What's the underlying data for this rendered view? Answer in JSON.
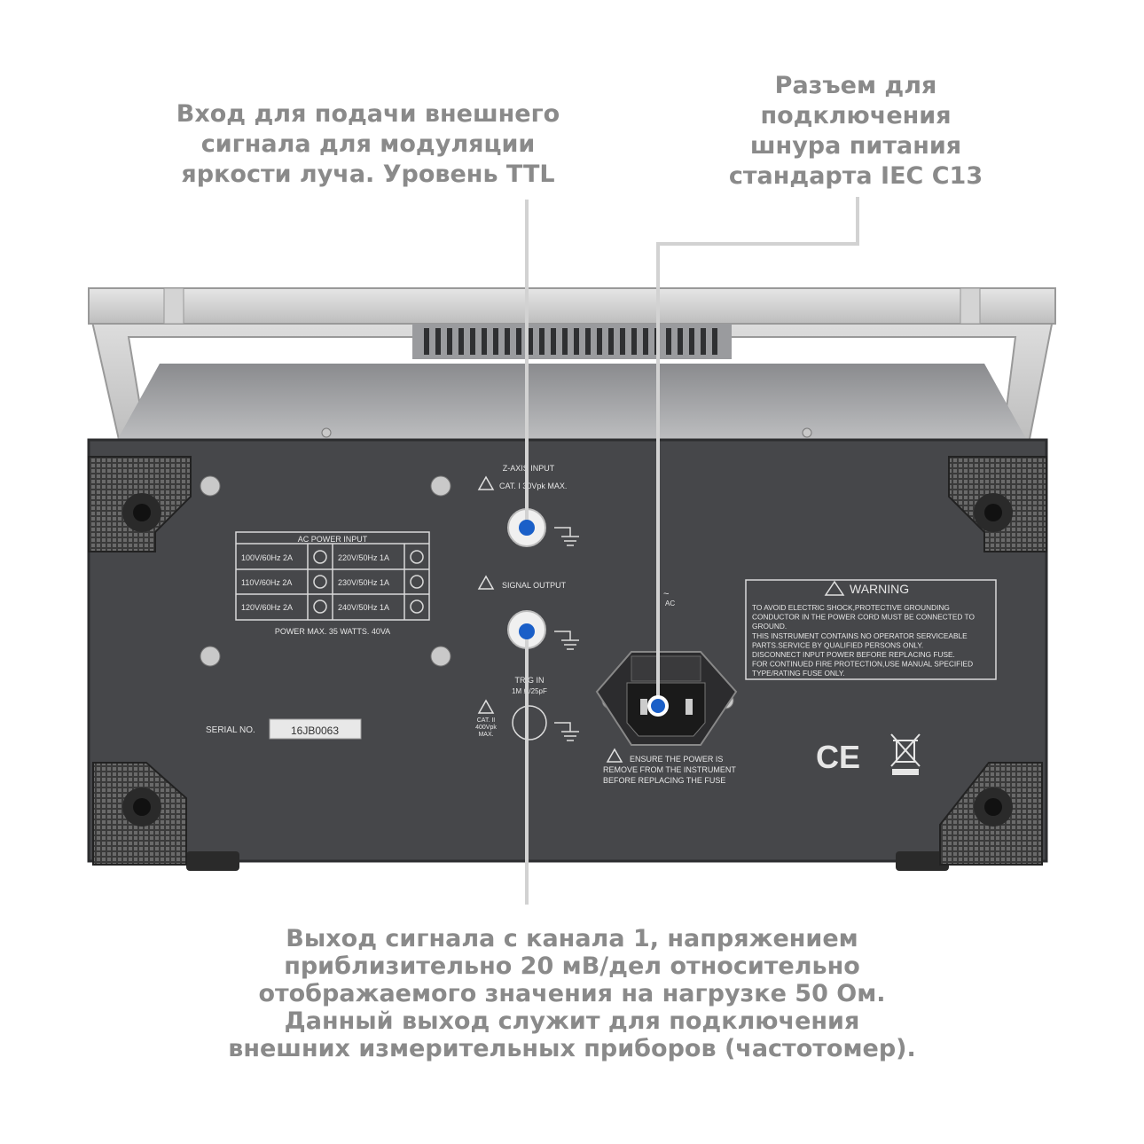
{
  "callouts": {
    "z_axis": [
      "Вход для подачи внешнего",
      "сигнала для модуляции",
      "яркости луча. Уровень TTL"
    ],
    "power": [
      "Разъем для",
      "подключения",
      "шнура питания",
      "стандарта IEC C13"
    ],
    "signal_out": [
      "Выход сигнала с канала 1, напряжением",
      "приблизительно 20 мВ/дел относительно",
      "отображаемого значения на нагрузке 50 Ом.",
      "Данный выход служит для подключения",
      "внешних измерительных приборов (частотомер)."
    ]
  },
  "panel": {
    "ac_power_title": "AC   POWER   INPUT",
    "power_rows": [
      [
        "100V/60Hz   2A",
        "220V/50Hz    1A"
      ],
      [
        "110V/60Hz   2A",
        "230V/50Hz    1A"
      ],
      [
        "120V/60Hz   2A",
        "240V/50Hz    1A"
      ]
    ],
    "power_max": "POWER MAX.  35  WATTS.  40VA",
    "z_axis_input": "Z-AXIS INPUT",
    "z_axis_cat": "CAT. I  30Vpk MAX.",
    "signal_output": "SIGNAL OUTPUT",
    "trig_in": "TRIG  IN",
    "trig_spec": "1M Ω/25pF",
    "trig_cat": [
      "CAT. II",
      "400Vpk",
      "MAX."
    ],
    "serial_label": "SERIAL NO.",
    "serial_value": "16JB0063",
    "ac_label": "AC",
    "fuse_warning": [
      "ENSURE THE POWER IS",
      "REMOVE FROM THE INSTRUMENT",
      "BEFORE REPLACING THE FUSE"
    ],
    "warning_title": "WARNING",
    "warning_lines": [
      "TO AVOID ELECTRIC SHOCK,PROTECTIVE GROUNDING",
      "CONDUCTOR IN THE POWER CORD MUST BE CONNECTED TO",
      "GROUND.",
      "THIS INSTRUMENT CONTAINS NO OPERATOR SERVICEABLE",
      "PARTS.SERVICE BY QUALIFIED PERSONS ONLY.",
      "DISCONNECT INPUT POWER BEFORE REPLACING FUSE.",
      "FOR CONTINUED FIRE PROTECTION,USE MANUAL SPECIFIED",
      "TYPE/RATING FUSE ONLY."
    ],
    "ce_mark": "CE"
  },
  "colors": {
    "marker": "#1a5fc8",
    "callout_text": "#8a8a8a",
    "panel": "#46474a"
  }
}
